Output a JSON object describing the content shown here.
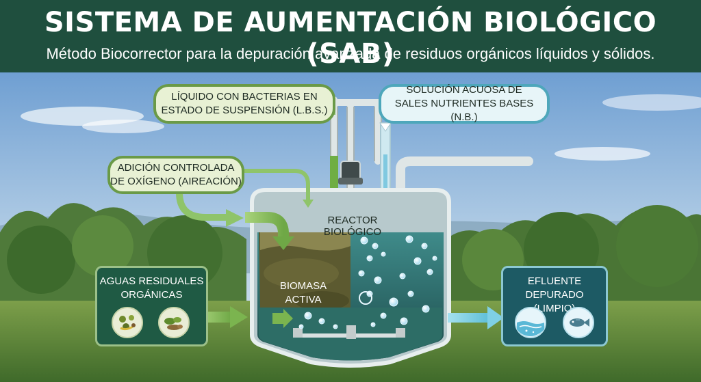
{
  "header": {
    "title": "SISTEMA DE AUMENTACIÓN BIOLÓGICO (SAB)",
    "subtitle": "Método Biocorrector para la depuración avanzada de residuos orgánicos líquidos y sólidos."
  },
  "inputs": {
    "bacteria": {
      "line1": "LÍQUIDO CON BACTERIAS EN",
      "line2": "ESTADO DE SUSPENSIÓN (L.B.S.)"
    },
    "nutrients": {
      "line1": "SOLUCIÓN ACUOSA DE",
      "line2": "SALES NUTRIENTES BASES (N.B.)"
    },
    "oxygen": {
      "line1": "ADICIÓN CONTROLADA",
      "line2": "DE OXÍGENO (AIREACIÓN)"
    }
  },
  "reactor": {
    "label": "REACTOR BIOLÓGICO",
    "biomass_line1": "BIOMASA",
    "biomass_line2": "ACTIVA"
  },
  "influent": {
    "line1": "AGUAS RESIDUALES",
    "line2": "ORGÁNICAS"
  },
  "effluent": {
    "line1": "EFLUENTE DEPURADO",
    "line2": "(LIMPIO)"
  },
  "icons": [
    "organic-waste-icon",
    "solid-waste-icon",
    "water-icon",
    "fish-icon"
  ],
  "colors": {
    "header_bg": "#1f4f3e",
    "green_accent": "#6a9a47",
    "blue_accent": "#4ea7bb",
    "biomass": "#5a5a30",
    "water": "#2f6e6a"
  }
}
